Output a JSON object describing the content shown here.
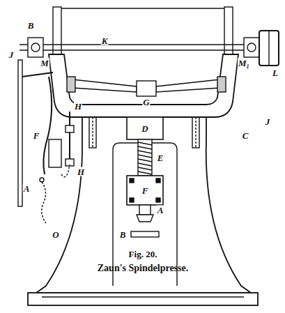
{
  "diagram": {
    "caption": "Zaun's Spindelpresse.",
    "labels": [
      "B",
      "K",
      "L",
      "M",
      "M₁",
      "J",
      "H",
      "G",
      "J",
      "C",
      "D",
      "E",
      "F",
      "A",
      "B",
      "F",
      "H",
      "A",
      "O",
      "Fig. 20."
    ]
  }
}
